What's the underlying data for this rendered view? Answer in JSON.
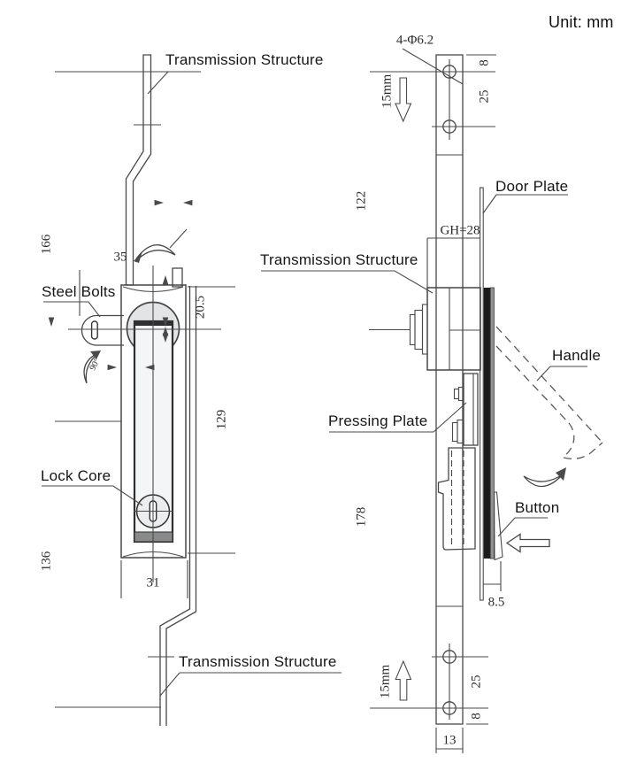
{
  "unit": {
    "label": "Unit: mm"
  },
  "colors": {
    "line": "#4a4a4a",
    "body_fill": "#e7e9eb",
    "bar_fill": "#e3e5e7",
    "dark_strip": "#1b1b1b",
    "recess_frame": "#2f2f2f",
    "band_gray": "#8a8a8a"
  },
  "front_view": {
    "labels": {
      "transmission_top": "Transmission Structure",
      "steel_bolts": "Steel Bolts",
      "lock_core": "Lock Core",
      "transmission_bottom": "Transmission Structure"
    },
    "dims": {
      "height_upper": "166",
      "height_lower": "136",
      "bolt_offset": "35",
      "boss_depth": "20.5",
      "body_height": "129",
      "body_width": "31",
      "rotation": "90°"
    }
  },
  "side_view": {
    "labels": {
      "transmission": "Transmission Structure",
      "door_plate": "Door Plate",
      "handle": "Handle",
      "pressing_plate": "Pressing Plate",
      "button": "Button"
    },
    "dims": {
      "holes_note": "4-Φ6.2",
      "edge_top": "8",
      "holes_top": "25",
      "span_upper": "122",
      "travel_up": "15mm",
      "grip_height": "GH=28",
      "span_lower": "178",
      "door_gap": "8.5",
      "holes_bottom": "25",
      "edge_bottom": "8",
      "bar_width": "13",
      "travel_down": "15mm"
    }
  }
}
